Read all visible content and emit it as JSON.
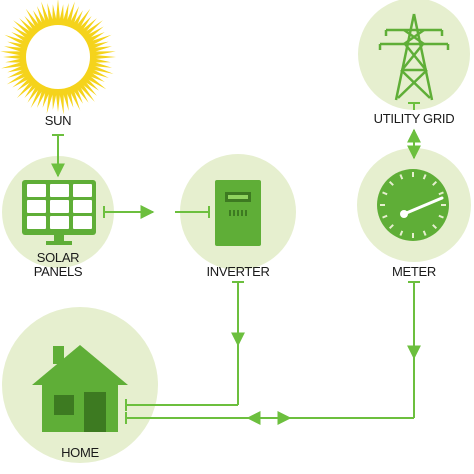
{
  "nodes": {
    "sun": {
      "label": "SUN"
    },
    "solar_panels": {
      "label_line1": "SOLAR",
      "label_line2": "PANELS"
    },
    "inverter": {
      "label": "INVERTER"
    },
    "utility_grid": {
      "label": "UTILITY GRID"
    },
    "meter": {
      "label": "METER"
    },
    "home": {
      "label": "HOME"
    }
  },
  "colors": {
    "circle_fill": "#e6efcf",
    "accent_green": "#6cbf3e",
    "dark_green": "#4a8a2a",
    "sun_yellow": "#f5d31b"
  }
}
